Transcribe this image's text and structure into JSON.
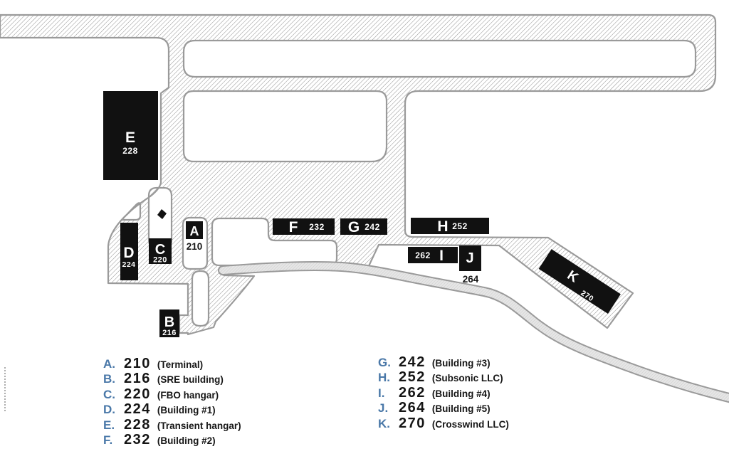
{
  "map": {
    "title": "airport-facility-map",
    "buildings": {
      "A": {
        "letter": "A",
        "number": "210"
      },
      "B": {
        "letter": "B",
        "number": "216"
      },
      "C": {
        "letter": "C",
        "number": "220"
      },
      "D": {
        "letter": "D",
        "number": "224"
      },
      "E": {
        "letter": "E",
        "number": "228"
      },
      "F": {
        "letter": "F",
        "number": "232"
      },
      "G": {
        "letter": "G",
        "number": "242"
      },
      "H": {
        "letter": "H",
        "number": "252"
      },
      "I": {
        "letter": "I",
        "number": "262"
      },
      "J": {
        "letter": "J",
        "number": "264"
      },
      "K": {
        "letter": "K",
        "number": "270"
      }
    },
    "colors": {
      "building_fill": "#111111",
      "hatch_line": "#8f8f8f",
      "outline": "#9a9a9a",
      "road_fill": "#e2e2e2",
      "legend_letter_blue": "#4a78a8",
      "text_dark": "#151515"
    }
  },
  "legend": {
    "left": [
      {
        "letter": "A.",
        "number": "210",
        "desc": "(Terminal)"
      },
      {
        "letter": "B.",
        "number": "216",
        "desc": "(SRE building)"
      },
      {
        "letter": "C.",
        "number": "220",
        "desc": "(FBO hangar)"
      },
      {
        "letter": "D.",
        "number": "224",
        "desc": "(Building #1)"
      },
      {
        "letter": "E.",
        "number": "228",
        "desc": "(Transient hangar)"
      },
      {
        "letter": "F.",
        "number": "232",
        "desc": "(Building #2)"
      }
    ],
    "right": [
      {
        "letter": "G.",
        "number": "242",
        "desc": "(Building #3)"
      },
      {
        "letter": "H.",
        "number": "252",
        "desc": "(Subsonic LLC)"
      },
      {
        "letter": "I.",
        "number": "262",
        "desc": "(Building #4)"
      },
      {
        "letter": "J.",
        "number": "264",
        "desc": "(Building #5)"
      },
      {
        "letter": "K.",
        "number": "270",
        "desc": "(Crosswind LLC)"
      }
    ]
  }
}
